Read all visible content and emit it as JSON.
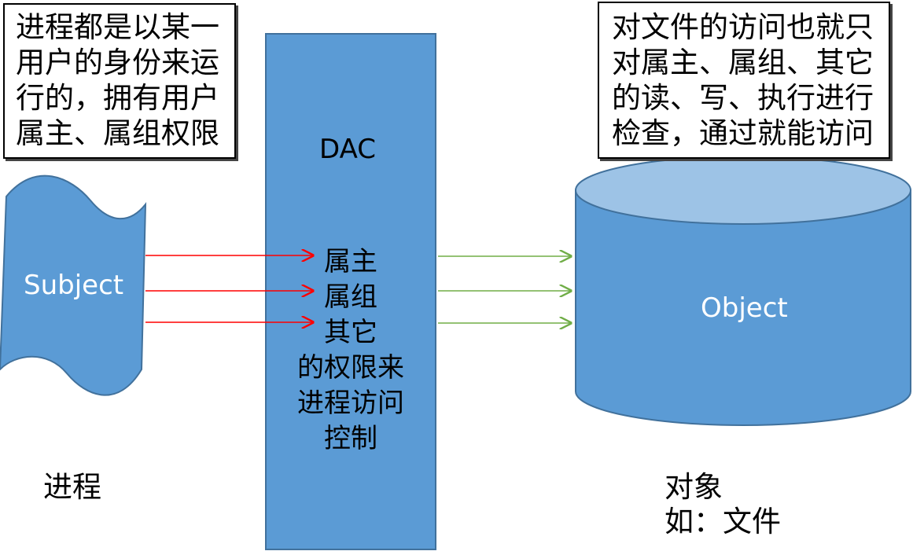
{
  "subject_note": [
    "进程都是以某一",
    "用户的身份来运",
    "行的，拥有用户",
    "属主、属组权限"
  ],
  "object_note": [
    "对文件的访问也就只",
    "对属主、属组、其它",
    "的读、写、执行进行",
    "检查，通过就能访问"
  ],
  "subject_label": "Subject",
  "subject_caption": "进程",
  "dac_title": "DAC",
  "dac_lines": [
    "属主",
    "属组",
    "其它",
    "的权限来",
    "进程访问",
    "控制"
  ],
  "object_label": "Object",
  "object_caption": [
    "对象",
    "如：文件"
  ],
  "colors": {
    "shape_fill": "#5b9bd5",
    "shape_stroke": "#41719c",
    "cylinder_top": "#9dc3e6",
    "red_arrow": "#ff0000",
    "green_arrow": "#70ad47"
  }
}
